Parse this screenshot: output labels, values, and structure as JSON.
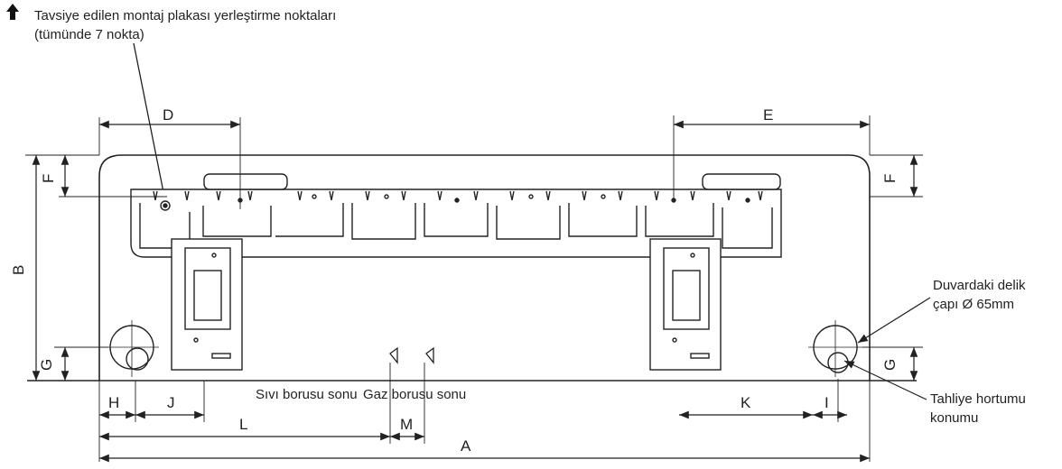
{
  "header": {
    "arrow_icon": "up-arrow-icon",
    "line1": "Tavsiye edilen montaj plakası yerleştirme noktaları",
    "line2": "(tümünde 7 nokta)"
  },
  "dimensions": {
    "A": "A",
    "B": "B",
    "D": "D",
    "E": "E",
    "F": "F",
    "G": "G",
    "H": "H",
    "I": "I",
    "J": "J",
    "K": "K",
    "L": "L",
    "M": "M"
  },
  "labels": {
    "wall_hole_line1": "Duvardaki delik",
    "wall_hole_line2": "çapı Ø 65mm",
    "drain_line1": "Tahliye hortumu",
    "drain_line2": "konumu",
    "liquid_pipe": "Sıvı borusu sonu",
    "gas_pipe": "Gaz borusu sonu"
  }
}
